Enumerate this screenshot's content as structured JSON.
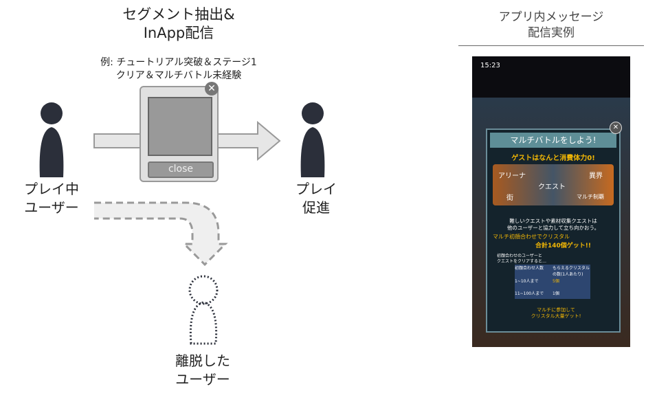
{
  "left": {
    "title": "セグメント抽出&\nInApp配信",
    "example": "例: チュートリアル突破＆ステージ1\nクリア＆マルチバトル未経験",
    "popup_close": "close",
    "user_playing": "プレイ中\nユーザー",
    "play_promotion": "プレイ\n促進",
    "churned_user": "離脱した\nユーザー"
  },
  "right": {
    "title": "アプリ内メッセージ\n配信実例",
    "screenshot": {
      "status_time": "15:23",
      "heading": "マルチバトルをしよう!",
      "subheading": "ゲストはなんと消費体力0!",
      "menu": [
        "アリーナ",
        "クエスト",
        "異界",
        "街",
        "マルチ制覇"
      ],
      "description": "難しいクエストや素材収集クエストは\n他のユーザーと協力して立ち向かおう。",
      "promo_line1": "マルチ初顔合わせでクリスタル",
      "promo_line2": "合計140個ゲット!!",
      "table_intro": "初顔合わせのユーザーと\nクエストをクリアすると…",
      "table_headers": [
        "初顔合わせ人数",
        "もらえるクリスタルの数(1人あたり)"
      ],
      "table_rows": [
        [
          "1~10人まで",
          "5個"
        ],
        [
          "11~100人まで",
          "1個"
        ]
      ],
      "footer": "マルチに参加して\nクリスタル大量ゲット!"
    }
  },
  "colors": {
    "person": "#2b2f3a",
    "arrow": "#e6e6e6",
    "arrow_stroke": "#999999",
    "game_accent": "#f2b705"
  }
}
